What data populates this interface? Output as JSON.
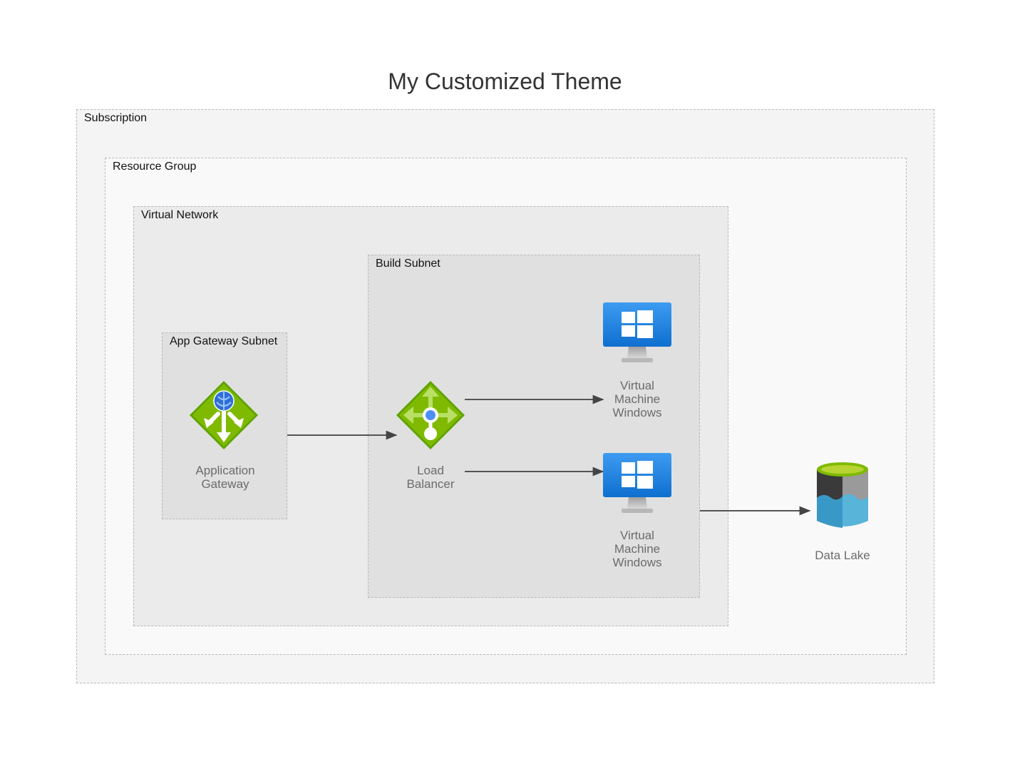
{
  "title": "My Customized Theme",
  "clusters": {
    "subscription": "Subscription",
    "resource_group": "Resource Group",
    "virtual_network": "Virtual Network",
    "build_subnet": "Build Subnet",
    "app_gateway_subnet": "App Gateway Subnet"
  },
  "nodes": {
    "application_gateway": "Application\nGateway",
    "load_balancer": "Load\nBalancer",
    "vm_top": "Virtual\nMachine\nWindows",
    "vm_bottom": "Virtual\nMachine\nWindows",
    "data_lake": "Data Lake"
  },
  "icons": {
    "application_gateway": "application-gateway-icon",
    "load_balancer": "load-balancer-icon",
    "vm": "windows-vm-icon",
    "data_lake": "data-lake-icon"
  },
  "colors": {
    "azure_green": "#7fba00",
    "azure_blue": "#0078d4",
    "edge": "#555555"
  }
}
